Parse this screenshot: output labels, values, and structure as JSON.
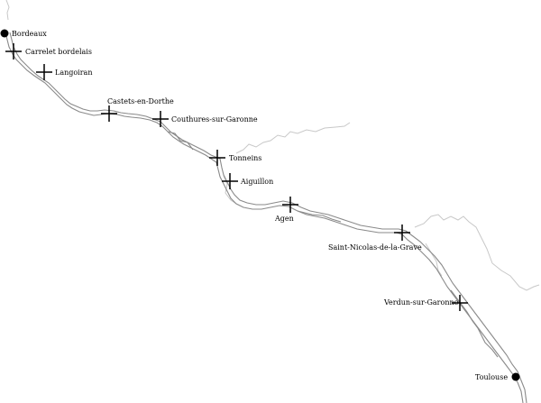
{
  "map": {
    "places": [
      {
        "id": "bordeaux",
        "label": "Bordeaux",
        "marker": "city-dot"
      },
      {
        "id": "carrelet-bordelais",
        "label": "Carrelet bordelais",
        "marker": "cross"
      },
      {
        "id": "langoiran",
        "label": "Langoiran",
        "marker": "cross"
      },
      {
        "id": "castets-en-dorthe",
        "label": "Castets-en-Dorthe",
        "marker": "cross"
      },
      {
        "id": "couthures-sur-garonne",
        "label": "Couthures-sur-Garonne",
        "marker": "cross"
      },
      {
        "id": "tonneins",
        "label": "Tonneins",
        "marker": "cross"
      },
      {
        "id": "aiguillon",
        "label": "Aiguillon",
        "marker": "cross"
      },
      {
        "id": "agen",
        "label": "Agen",
        "marker": "cross"
      },
      {
        "id": "saint-nicolas-de-la-grave",
        "label": "Saint-Nicolas-de-la-Grave",
        "marker": "cross"
      },
      {
        "id": "verdun-sur-garonne",
        "label": "Verdun-sur-Garonne",
        "marker": "cross"
      },
      {
        "id": "toulouse",
        "label": "Toulouse",
        "marker": "city-dot"
      }
    ],
    "colors": {
      "river": "#8a8a8a",
      "tributary": "#c8c8c8",
      "marker": "#000000",
      "background": "#ffffff"
    }
  }
}
